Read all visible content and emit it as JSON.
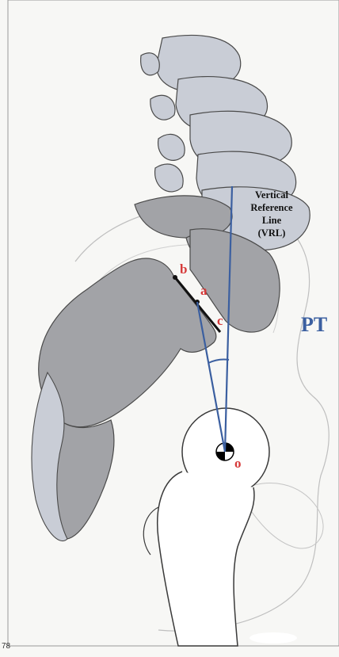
{
  "labels": {
    "pt": "PT",
    "b": "b",
    "a": "a",
    "c": "c",
    "o": "o",
    "vrl_line1": "Vertical",
    "vrl_line2": "Reference",
    "vrl_line3": "Line",
    "vrl_line4": "(VRL)"
  },
  "page_number": "78",
  "colors": {
    "bone": "#c9cdd6",
    "bone_dark": "#a2a3a7",
    "outline": "#5a5a5a",
    "line_blue": "#3b5fa0",
    "label_red": "#d63a3a"
  }
}
